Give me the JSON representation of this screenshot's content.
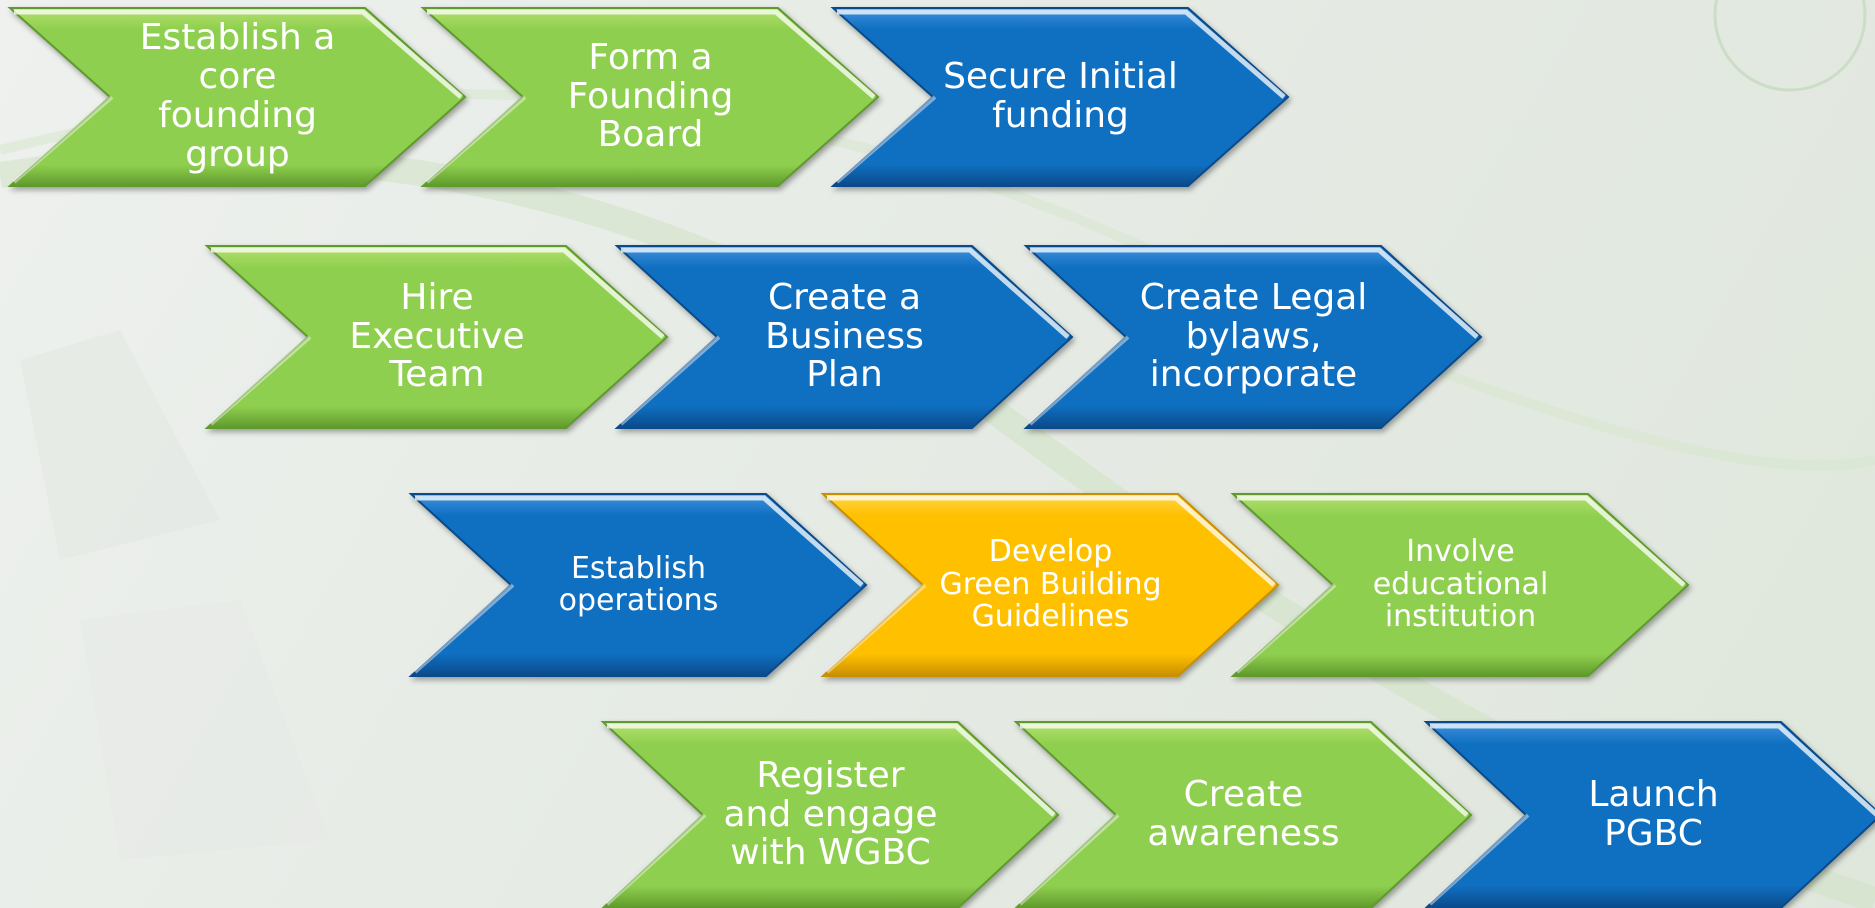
{
  "colors": {
    "green": "#8fcf4f",
    "blue": "#0f6fc0",
    "yellow": "#ffc000",
    "text": "#ffffff"
  },
  "steps": [
    {
      "label": "Establish a\ncore founding\ngroup",
      "color": "green"
    },
    {
      "label": "Form a\nFounding\nBoard",
      "color": "green"
    },
    {
      "label": "Secure Initial\nfunding",
      "color": "blue"
    },
    {
      "label": "Hire\nExecutive\nTeam",
      "color": "green"
    },
    {
      "label": "Create a\nBusiness Plan",
      "color": "blue"
    },
    {
      "label": "Create Legal\nbylaws,\nincorporate",
      "color": "blue"
    },
    {
      "label": "Establish\noperations",
      "color": "blue"
    },
    {
      "label": "Develop\nGreen Building\nGuidelines",
      "color": "yellow"
    },
    {
      "label": "Involve\neducational\ninstitution",
      "color": "green"
    },
    {
      "label": "Register\nand engage\nwith WGBC",
      "color": "green"
    },
    {
      "label": "Create\nawareness",
      "color": "green"
    },
    {
      "label": "Launch\nPGBC",
      "color": "blue"
    }
  ]
}
